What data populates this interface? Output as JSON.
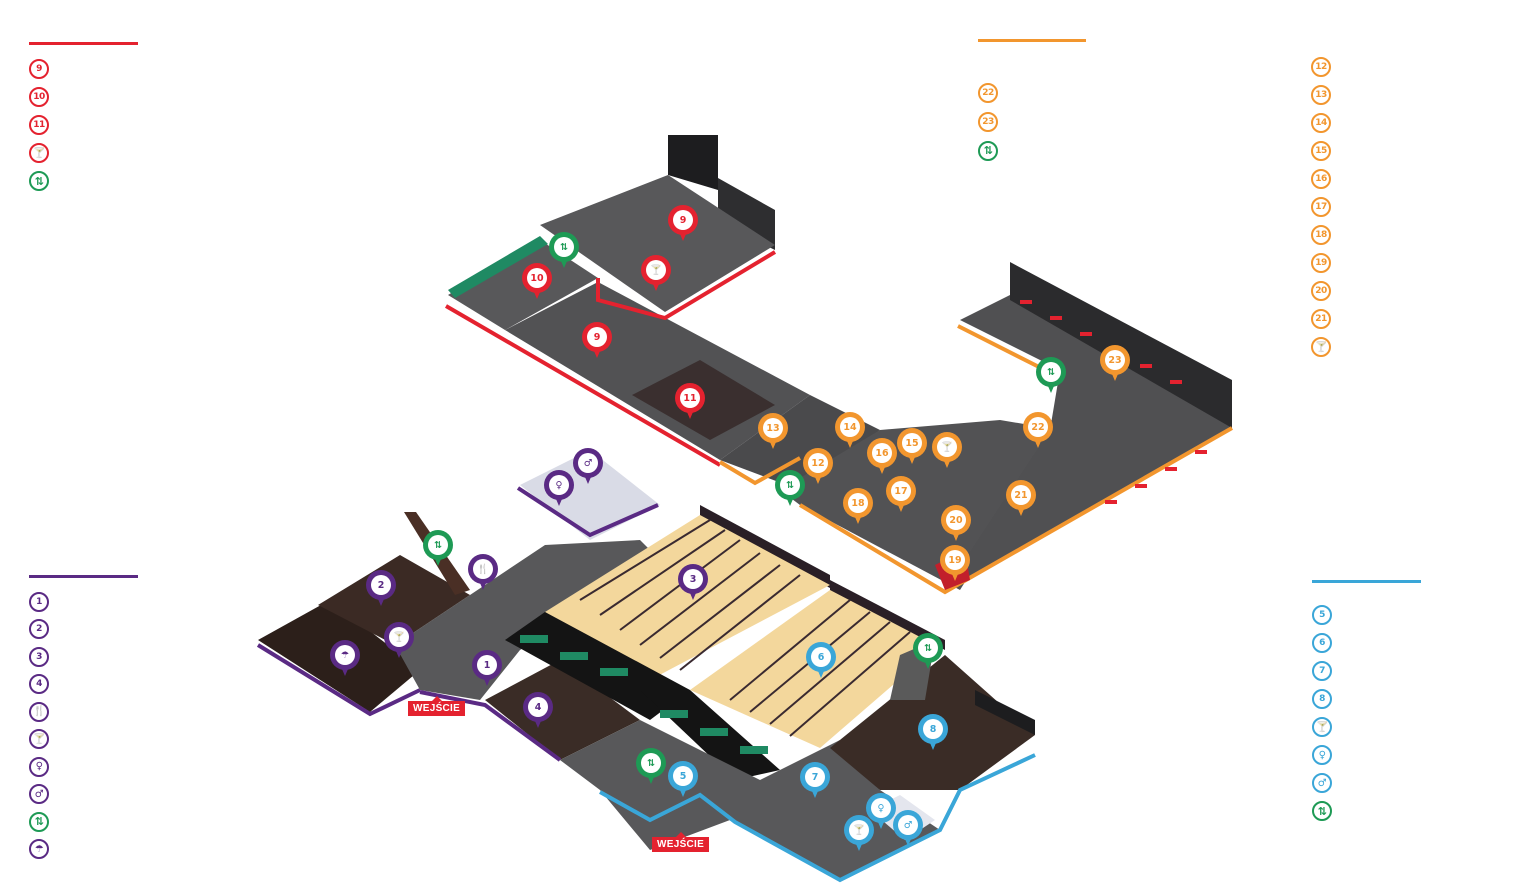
{
  "colors": {
    "red": "#e4222f",
    "orange": "#f2962e",
    "purple": "#5a2a84",
    "blue": "#3aa6d8",
    "green": "#1e9a55",
    "floor": "#4a4a4c",
    "wood": "#3b2a24",
    "lane": "#f3d79c",
    "wall": "#2b2b2d",
    "teal": "#1f8a63"
  },
  "legends": {
    "red": {
      "items": [
        {
          "icon": "9",
          "type": "number",
          "label": ""
        },
        {
          "icon": "10",
          "type": "number",
          "label": ""
        },
        {
          "icon": "11",
          "type": "number",
          "label": ""
        },
        {
          "icon": "cocktail-icon",
          "type": "glyph",
          "glyph": "🍸",
          "label": ""
        },
        {
          "icon": "stairs-icon",
          "type": "stairs",
          "label": ""
        }
      ]
    },
    "orange_a": {
      "items": [
        {
          "icon": "22",
          "type": "number",
          "label": ""
        },
        {
          "icon": "23",
          "type": "number",
          "label": ""
        },
        {
          "icon": "stairs-icon",
          "type": "stairs",
          "label": ""
        }
      ]
    },
    "orange_b": {
      "items": [
        {
          "icon": "12",
          "type": "number",
          "label": ""
        },
        {
          "icon": "13",
          "type": "number",
          "label": ""
        },
        {
          "icon": "14",
          "type": "number",
          "label": ""
        },
        {
          "icon": "15",
          "type": "number",
          "label": ""
        },
        {
          "icon": "16",
          "type": "number",
          "label": ""
        },
        {
          "icon": "17",
          "type": "number",
          "label": ""
        },
        {
          "icon": "18",
          "type": "number",
          "label": ""
        },
        {
          "icon": "19",
          "type": "number",
          "label": ""
        },
        {
          "icon": "20",
          "type": "number",
          "label": ""
        },
        {
          "icon": "21",
          "type": "number",
          "label": ""
        },
        {
          "icon": "cocktail-icon",
          "type": "glyph",
          "glyph": "🍸",
          "label": ""
        }
      ]
    },
    "purple": {
      "items": [
        {
          "icon": "1",
          "type": "number",
          "label": ""
        },
        {
          "icon": "2",
          "type": "number",
          "label": ""
        },
        {
          "icon": "3",
          "type": "number",
          "label": ""
        },
        {
          "icon": "4",
          "type": "number",
          "label": ""
        },
        {
          "icon": "restaurant-icon",
          "type": "glyph",
          "glyph": "🍴",
          "label": ""
        },
        {
          "icon": "cocktail-icon",
          "type": "glyph",
          "glyph": "🍸",
          "label": ""
        },
        {
          "icon": "womens-restroom-icon",
          "type": "glyph",
          "glyph": "♀",
          "label": ""
        },
        {
          "icon": "mens-restroom-icon",
          "type": "glyph",
          "glyph": "♂",
          "label": ""
        },
        {
          "icon": "stairs-icon",
          "type": "stairs",
          "label": ""
        },
        {
          "icon": "terrace-umbrella-icon",
          "type": "glyph",
          "glyph": "☂",
          "label": ""
        }
      ]
    },
    "blue": {
      "items": [
        {
          "icon": "5",
          "type": "number",
          "label": ""
        },
        {
          "icon": "6",
          "type": "number",
          "label": ""
        },
        {
          "icon": "7",
          "type": "number",
          "label": ""
        },
        {
          "icon": "8",
          "type": "number",
          "label": ""
        },
        {
          "icon": "cocktail-icon",
          "type": "glyph",
          "glyph": "🍸",
          "label": ""
        },
        {
          "icon": "womens-restroom-icon",
          "type": "glyph",
          "glyph": "♀",
          "label": ""
        },
        {
          "icon": "mens-restroom-icon",
          "type": "glyph",
          "glyph": "♂",
          "label": ""
        },
        {
          "icon": "stairs-icon",
          "type": "stairs",
          "label": ""
        }
      ]
    }
  },
  "pins": [
    {
      "text": "9",
      "zone": "red",
      "name": "pin-9-upper"
    },
    {
      "text": "10",
      "zone": "red",
      "name": "pin-10"
    },
    {
      "text": "🍸",
      "zone": "red",
      "name": "pin-bar-red"
    },
    {
      "text": "⇅",
      "zone": "green",
      "name": "pin-stairs-red"
    },
    {
      "text": "9",
      "zone": "red",
      "name": "pin-9-lower"
    },
    {
      "text": "11",
      "zone": "red",
      "name": "pin-11"
    },
    {
      "text": "13",
      "zone": "orange",
      "name": "pin-13"
    },
    {
      "text": "14",
      "zone": "orange",
      "name": "pin-14"
    },
    {
      "text": "15",
      "zone": "orange",
      "name": "pin-15"
    },
    {
      "text": "🍸",
      "zone": "orange",
      "name": "pin-bar-orange"
    },
    {
      "text": "16",
      "zone": "orange",
      "name": "pin-16"
    },
    {
      "text": "12",
      "zone": "orange",
      "name": "pin-12"
    },
    {
      "text": "⇅",
      "zone": "green",
      "name": "pin-stairs-orange-a"
    },
    {
      "text": "18",
      "zone": "orange",
      "name": "pin-18"
    },
    {
      "text": "17",
      "zone": "orange",
      "name": "pin-17"
    },
    {
      "text": "20",
      "zone": "orange",
      "name": "pin-20"
    },
    {
      "text": "19",
      "zone": "orange",
      "name": "pin-19"
    },
    {
      "text": "21",
      "zone": "orange",
      "name": "pin-21"
    },
    {
      "text": "22",
      "zone": "orange",
      "name": "pin-22"
    },
    {
      "text": "23",
      "zone": "orange",
      "name": "pin-23"
    },
    {
      "text": "⇅",
      "zone": "green",
      "name": "pin-stairs-orange-b"
    },
    {
      "text": "♂",
      "zone": "purple",
      "name": "pin-mens-purple"
    },
    {
      "text": "♀",
      "zone": "purple",
      "name": "pin-womens-purple"
    },
    {
      "text": "⇅",
      "zone": "green",
      "name": "pin-stairs-purple"
    },
    {
      "text": "2",
      "zone": "purple",
      "name": "pin-2"
    },
    {
      "text": "🍴",
      "zone": "purple",
      "name": "pin-restaurant"
    },
    {
      "text": "3",
      "zone": "purple",
      "name": "pin-3"
    },
    {
      "text": "🍸",
      "zone": "purple",
      "name": "pin-bar-purple"
    },
    {
      "text": "☂",
      "zone": "purple",
      "name": "pin-terrace"
    },
    {
      "text": "1",
      "zone": "purple",
      "name": "pin-1"
    },
    {
      "text": "4",
      "zone": "purple",
      "name": "pin-4"
    },
    {
      "text": "6",
      "zone": "blue",
      "name": "pin-6"
    },
    {
      "text": "⇅",
      "zone": "green",
      "name": "pin-stairs-blue-a"
    },
    {
      "text": "8",
      "zone": "blue",
      "name": "pin-8"
    },
    {
      "text": "⇅",
      "zone": "green",
      "name": "pin-stairs-blue-b"
    },
    {
      "text": "5",
      "zone": "blue",
      "name": "pin-5"
    },
    {
      "text": "7",
      "zone": "blue",
      "name": "pin-7"
    },
    {
      "text": "♀",
      "zone": "blue",
      "name": "pin-womens-blue"
    },
    {
      "text": "🍸",
      "zone": "blue",
      "name": "pin-bar-blue"
    },
    {
      "text": "♂",
      "zone": "blue",
      "name": "pin-mens-blue"
    }
  ],
  "entrances": [
    {
      "label": "WEJŚCIE"
    },
    {
      "label": "WEJŚCIE"
    }
  ]
}
